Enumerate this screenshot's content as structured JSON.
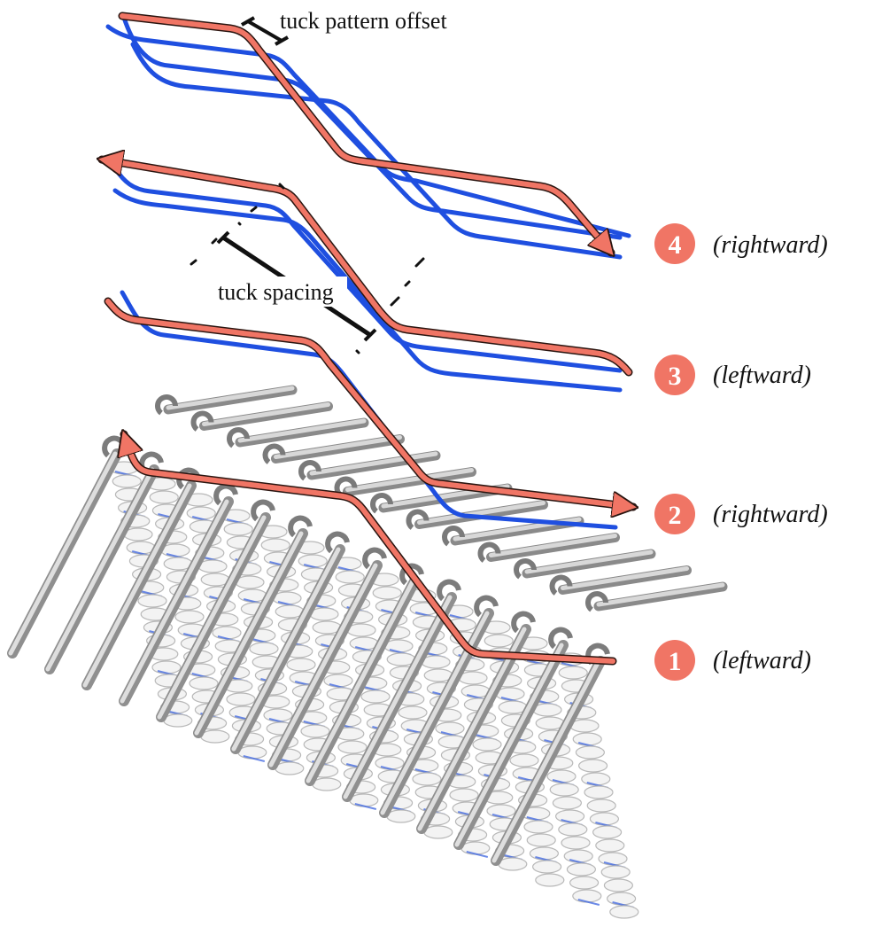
{
  "annotations": {
    "tuck_pattern_offset": "tuck pattern offset",
    "tuck_spacing": "tuck spacing"
  },
  "passes": [
    {
      "number": "4",
      "direction": "(rightward)"
    },
    {
      "number": "3",
      "direction": "(leftward)"
    },
    {
      "number": "2",
      "direction": "(rightward)"
    },
    {
      "number": "1",
      "direction": "(leftward)"
    }
  ],
  "colors": {
    "active_yarn": "#f07565",
    "active_yarn_outline": "#2a1510",
    "tuck_yarn": "#1f4fe0",
    "badge": "#f07565",
    "needle": "#b5b5b5",
    "loop": "#efefef"
  }
}
